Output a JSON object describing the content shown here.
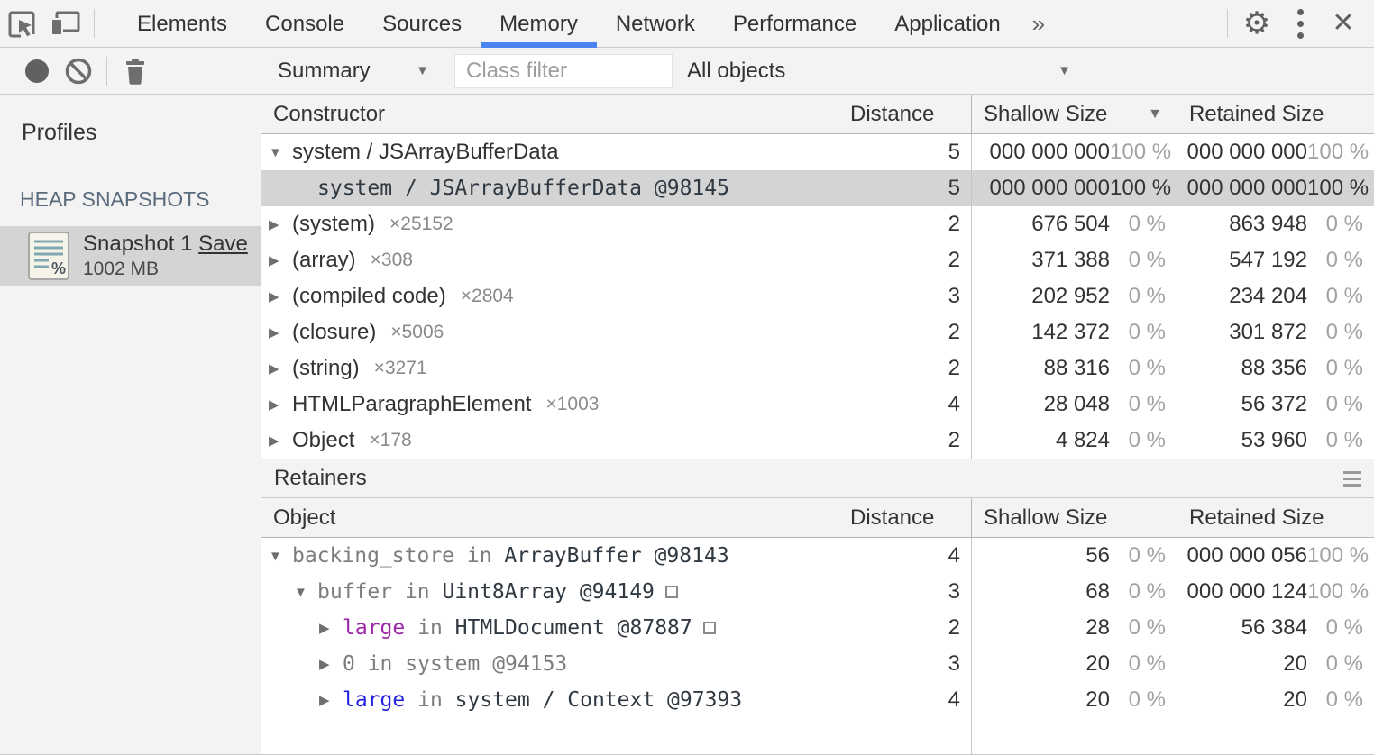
{
  "tabbar": {
    "tabs": [
      "Elements",
      "Console",
      "Sources",
      "Memory",
      "Network",
      "Performance",
      "Application"
    ],
    "active_tab": "Memory",
    "more_tabs_label": "»",
    "accent_color": "#4a84f0"
  },
  "toolbar": {
    "perspective": "Summary",
    "class_filter_placeholder": "Class filter",
    "objects_filter": "All objects"
  },
  "sidebar": {
    "title": "Profiles",
    "section_label": "HEAP SNAPSHOTS",
    "snapshot": {
      "name": "Snapshot 1",
      "save_label": "Save",
      "size": "1002 MB",
      "selected": true
    }
  },
  "constructors": {
    "columns": [
      "Constructor",
      "Distance",
      "Shallow Size",
      "Retained Size"
    ],
    "sort": {
      "column": "Shallow Size",
      "direction": "desc",
      "icon": "▼"
    },
    "rows": [
      {
        "name": "system / JSArrayBufferData",
        "arrow": "down",
        "level": 0,
        "mono": false,
        "selected": false,
        "count": "",
        "distance": "5",
        "shallow": "000 000 000",
        "shallow_pct": "100 %",
        "retained": "000 000 000",
        "retained_pct": "100 %"
      },
      {
        "name": "system / JSArrayBufferData @98145",
        "arrow": "none",
        "level": 1,
        "mono": true,
        "selected": true,
        "count": "",
        "distance": "5",
        "shallow": "000 000 000",
        "shallow_pct": "100 %",
        "retained": "000 000 000",
        "retained_pct": "100 %"
      },
      {
        "name": "(system)",
        "arrow": "right",
        "level": 0,
        "mono": false,
        "selected": false,
        "count": "×25152",
        "distance": "2",
        "shallow": "676 504",
        "shallow_pct": "0 %",
        "retained": "863 948",
        "retained_pct": "0 %"
      },
      {
        "name": "(array)",
        "arrow": "right",
        "level": 0,
        "mono": false,
        "selected": false,
        "count": "×308",
        "distance": "2",
        "shallow": "371 388",
        "shallow_pct": "0 %",
        "retained": "547 192",
        "retained_pct": "0 %"
      },
      {
        "name": "(compiled code)",
        "arrow": "right",
        "level": 0,
        "mono": false,
        "selected": false,
        "count": "×2804",
        "distance": "3",
        "shallow": "202 952",
        "shallow_pct": "0 %",
        "retained": "234 204",
        "retained_pct": "0 %"
      },
      {
        "name": "(closure)",
        "arrow": "right",
        "level": 0,
        "mono": false,
        "selected": false,
        "count": "×5006",
        "distance": "2",
        "shallow": "142 372",
        "shallow_pct": "0 %",
        "retained": "301 872",
        "retained_pct": "0 %"
      },
      {
        "name": "(string)",
        "arrow": "right",
        "level": 0,
        "mono": false,
        "selected": false,
        "count": "×3271",
        "distance": "2",
        "shallow": "88 316",
        "shallow_pct": "0 %",
        "retained": "88 356",
        "retained_pct": "0 %"
      },
      {
        "name": "HTMLParagraphElement",
        "arrow": "right",
        "level": 0,
        "mono": false,
        "selected": false,
        "count": "×1003",
        "distance": "4",
        "shallow": "28 048",
        "shallow_pct": "0 %",
        "retained": "56 372",
        "retained_pct": "0 %"
      },
      {
        "name": "Object",
        "arrow": "right",
        "level": 0,
        "mono": false,
        "selected": false,
        "count": "×178",
        "distance": "2",
        "shallow": "4 824",
        "shallow_pct": "0 %",
        "retained": "53 960",
        "retained_pct": "0 %"
      }
    ]
  },
  "retainers": {
    "title": "Retainers",
    "columns": [
      "Object",
      "Distance",
      "Shallow Size",
      "Retained Size"
    ],
    "rows": [
      {
        "prop": "backing_store",
        "prop_color": "gray",
        "keyword": "in",
        "object": "ArrayBuffer",
        "id": "@98143",
        "arrow": "down",
        "level": 0,
        "reveal": false,
        "dim": false,
        "distance": "4",
        "shallow": "56",
        "shallow_pct": "0 %",
        "retained": "000 000 056",
        "retained_pct": "100 %"
      },
      {
        "prop": "buffer",
        "prop_color": "gray",
        "keyword": "in",
        "object": "Uint8Array",
        "id": "@94149",
        "arrow": "down",
        "level": 1,
        "reveal": true,
        "dim": false,
        "distance": "3",
        "shallow": "68",
        "shallow_pct": "0 %",
        "retained": "000 000 124",
        "retained_pct": "100 %"
      },
      {
        "prop": "large",
        "prop_color": "purple",
        "keyword": "in",
        "object": "HTMLDocument",
        "id": "@87887",
        "arrow": "right",
        "level": 2,
        "reveal": true,
        "dim": false,
        "distance": "2",
        "shallow": "28",
        "shallow_pct": "0 %",
        "retained": "56 384",
        "retained_pct": "0 %"
      },
      {
        "prop": "0",
        "prop_color": "gray",
        "keyword": "in",
        "object": "system",
        "id": "@94153",
        "arrow": "right",
        "level": 2,
        "reveal": false,
        "dim": true,
        "distance": "3",
        "shallow": "20",
        "shallow_pct": "0 %",
        "retained": "20",
        "retained_pct": "0 %"
      },
      {
        "prop": "large",
        "prop_color": "blue",
        "keyword": "in",
        "object": "system / Context",
        "id": "@97393",
        "arrow": "right",
        "level": 2,
        "reveal": false,
        "dim": false,
        "distance": "4",
        "shallow": "20",
        "shallow_pct": "0 %",
        "retained": "20",
        "retained_pct": "0 %"
      }
    ]
  }
}
